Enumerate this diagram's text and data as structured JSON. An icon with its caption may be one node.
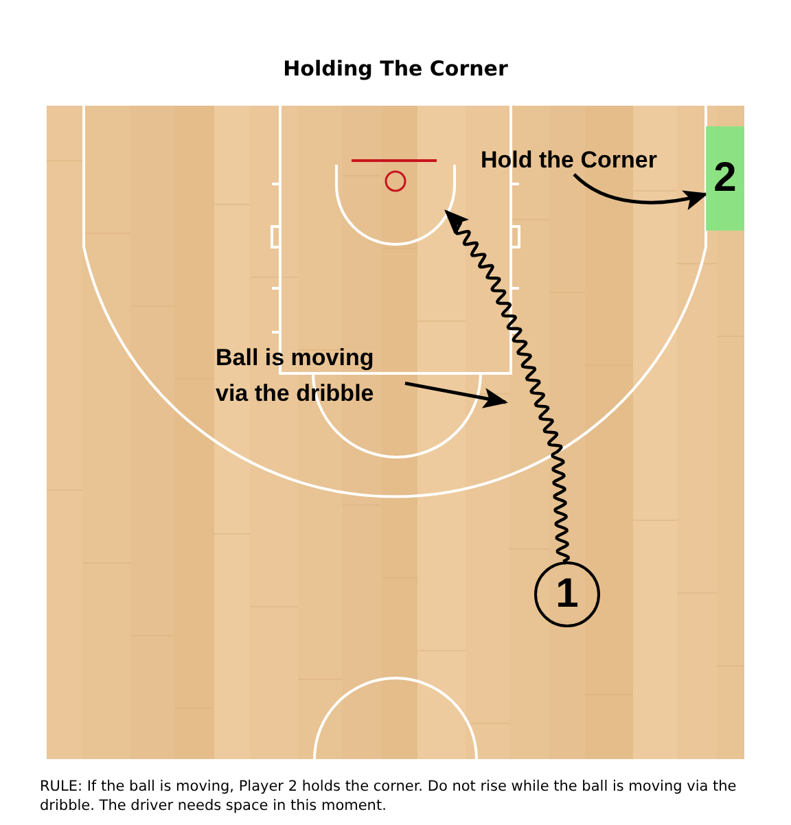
{
  "diagram": {
    "title": "Holding The Corner",
    "caption": "RULE: If the ball is moving, Player 2 holds the corner. Do not rise while the ball is moving via the dribble. The driver needs space in this moment.",
    "nodes": [
      {
        "text": [
          "1"
        ]
      },
      {
        "text": [
          "2"
        ]
      },
      {
        "text": [
          "Hold the Corner"
        ]
      },
      {
        "text": [
          "Ball is moving via the dribble"
        ]
      }
    ],
    "edges": [
      {
        "from": 0,
        "to": null,
        "arrow": "to"
      },
      {
        "from": 2,
        "to": 1,
        "arrow": "to"
      },
      {
        "from": 3,
        "to": null,
        "arrow": "to"
      }
    ]
  }
}
